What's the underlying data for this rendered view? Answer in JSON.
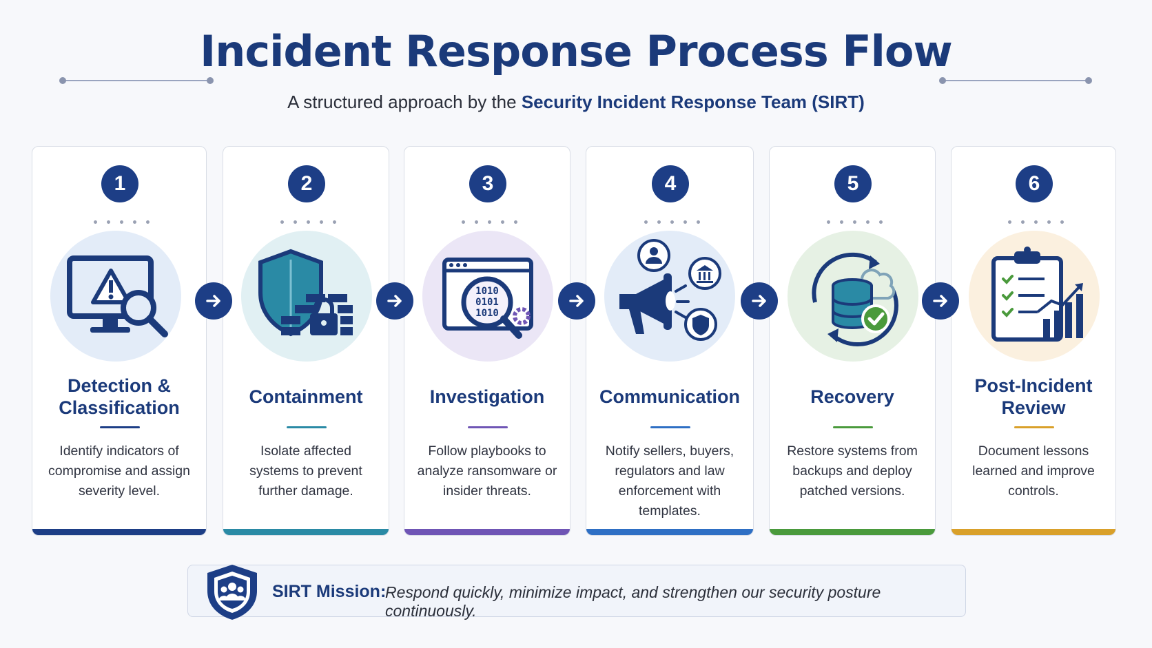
{
  "title": "Incident Response Process Flow",
  "subtitle": {
    "prefix": "A structured approach by the",
    "emphasis": "Security Incident Response Team (SIRT)"
  },
  "steps": [
    {
      "number": "1",
      "title": "Detection & Classification",
      "description": "Identify indicators of compromise and assign severity level.",
      "icon": "monitor-warning-magnifier-icon",
      "accent": "#1d3e86",
      "circle": "#e3ecf8"
    },
    {
      "number": "2",
      "title": "Containment",
      "description": "Isolate affected systems to prevent further damage.",
      "icon": "shield-firewall-lock-icon",
      "accent": "#2a8aa5",
      "circle": "#e1f0f3"
    },
    {
      "number": "3",
      "title": "Investigation",
      "description": "Follow playbooks to analyze ransomware or insider threats.",
      "icon": "binary-magnifier-icon",
      "accent": "#6f55b5",
      "circle": "#ebe6f6"
    },
    {
      "number": "4",
      "title": "Communication",
      "description": "Notify sellers, buyers, regulators and law enforcement with templates.",
      "icon": "megaphone-stakeholders-icon",
      "accent": "#2e6fc4",
      "circle": "#e3ecf8"
    },
    {
      "number": "5",
      "title": "Recovery",
      "description": "Restore systems from backups and deploy patched versions.",
      "icon": "database-restore-icon",
      "accent": "#4a9a3c",
      "circle": "#e6f1e4"
    },
    {
      "number": "6",
      "title": "Post-Incident Review",
      "description": "Document lessons learned and improve controls.",
      "icon": "clipboard-chart-icon",
      "accent": "#d9a02a",
      "circle": "#fbf0df"
    }
  ],
  "mission": {
    "label": "SIRT Mission:",
    "text": "Respond quickly, minimize impact, and strengthen our security posture continuously."
  }
}
